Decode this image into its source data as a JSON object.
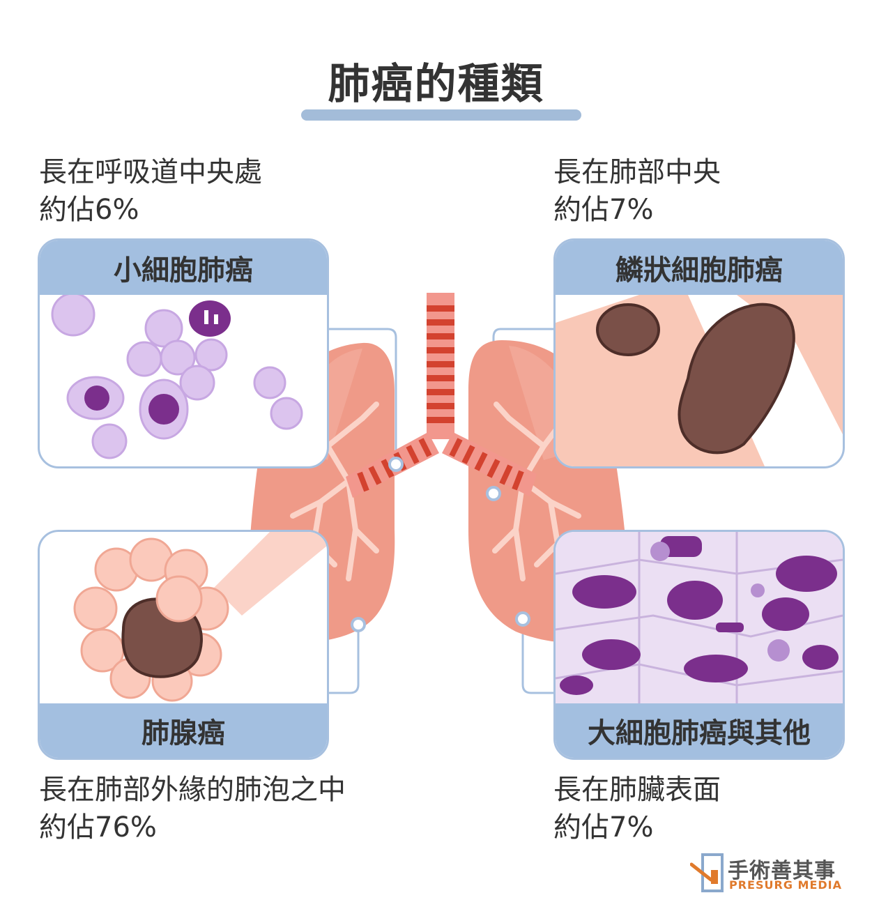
{
  "title": "肺癌的種類",
  "types": {
    "small_cell": {
      "name": "小細胞肺癌",
      "location": "長在呼吸道中央處",
      "share": "約佔6%"
    },
    "squamous": {
      "name": "鱗狀細胞肺癌",
      "location": "長在肺部中央",
      "share": "約佔7%"
    },
    "adeno": {
      "name": "肺腺癌",
      "location": "長在肺部外緣的肺泡之中",
      "share": "約佔76%"
    },
    "large_cell": {
      "name": "大細胞肺癌與其他",
      "location": "長在肺臟表面",
      "share": "約佔7%"
    }
  },
  "logo": {
    "cn": "手術善其事",
    "en": "PRESURG MEDIA"
  },
  "colors": {
    "panel_header": "#a3bfe0",
    "lung": "#ef9a88",
    "trachea_red": "#d3422f",
    "tumor": "#7a5048",
    "cell_purple": "#7b2f8c",
    "logo_orange": "#e07a2c"
  }
}
